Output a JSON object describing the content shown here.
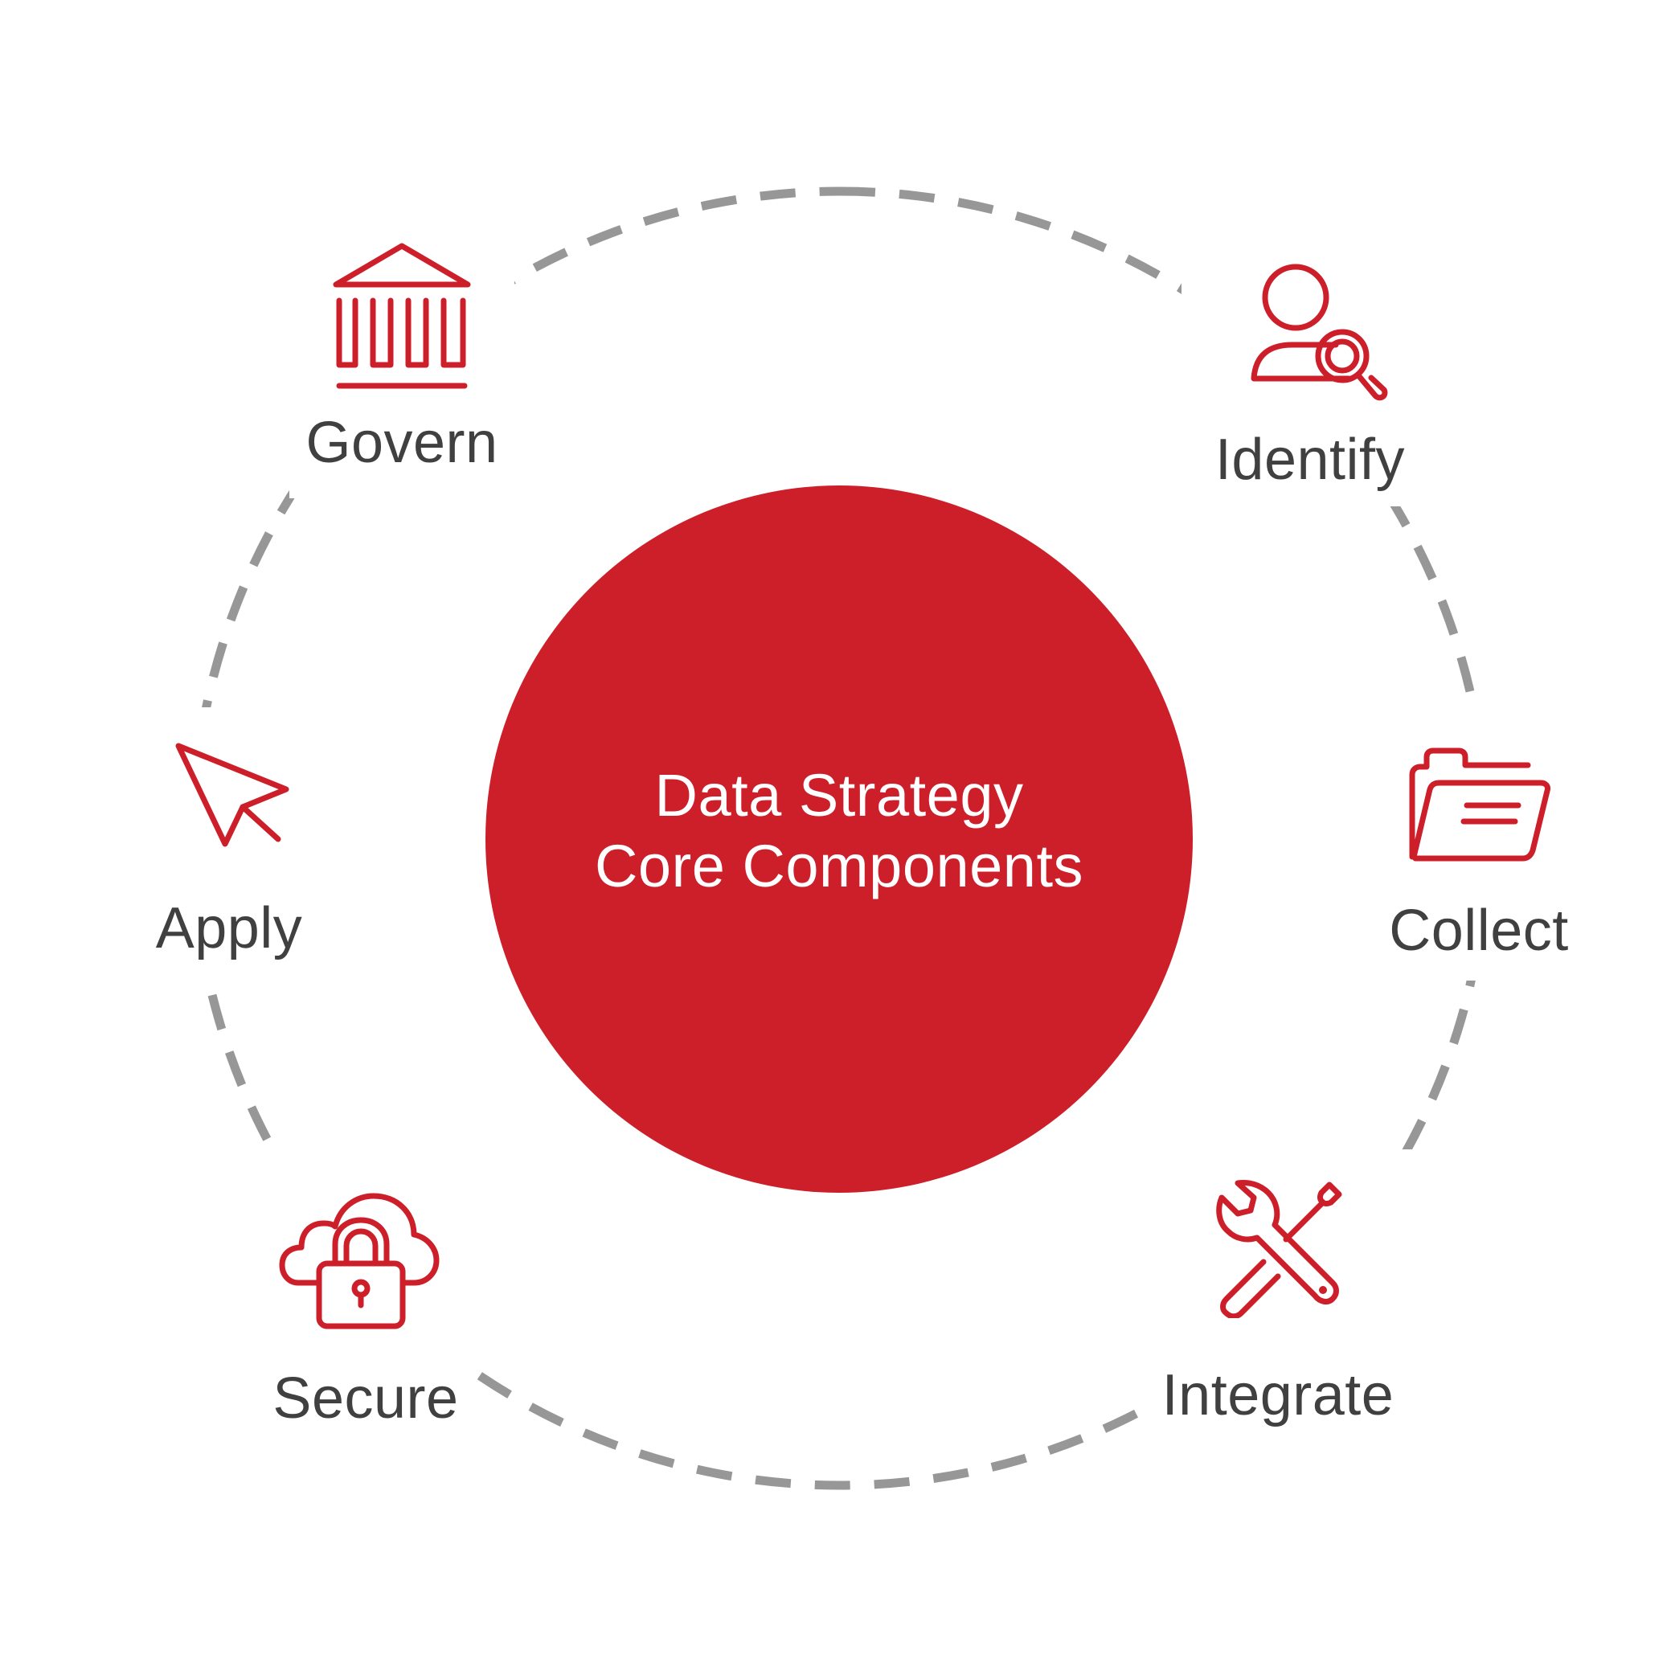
{
  "diagram": {
    "title_line1": "Data Strategy",
    "title_line2": "Core Components",
    "colors": {
      "accent": "#CC1F2A",
      "ring_dash": "#979797",
      "label_text": "#404040",
      "center_text": "#FFFFFF",
      "background": "#FFFFFF"
    },
    "components": [
      {
        "label": "Govern",
        "icon": "government-building-icon"
      },
      {
        "label": "Identify",
        "icon": "user-search-icon"
      },
      {
        "label": "Collect",
        "icon": "open-folder-icon"
      },
      {
        "label": "Integrate",
        "icon": "wrench-screwdriver-icon"
      },
      {
        "label": "Secure",
        "icon": "cloud-lock-icon"
      },
      {
        "label": "Apply",
        "icon": "cursor-arrow-icon"
      }
    ]
  }
}
